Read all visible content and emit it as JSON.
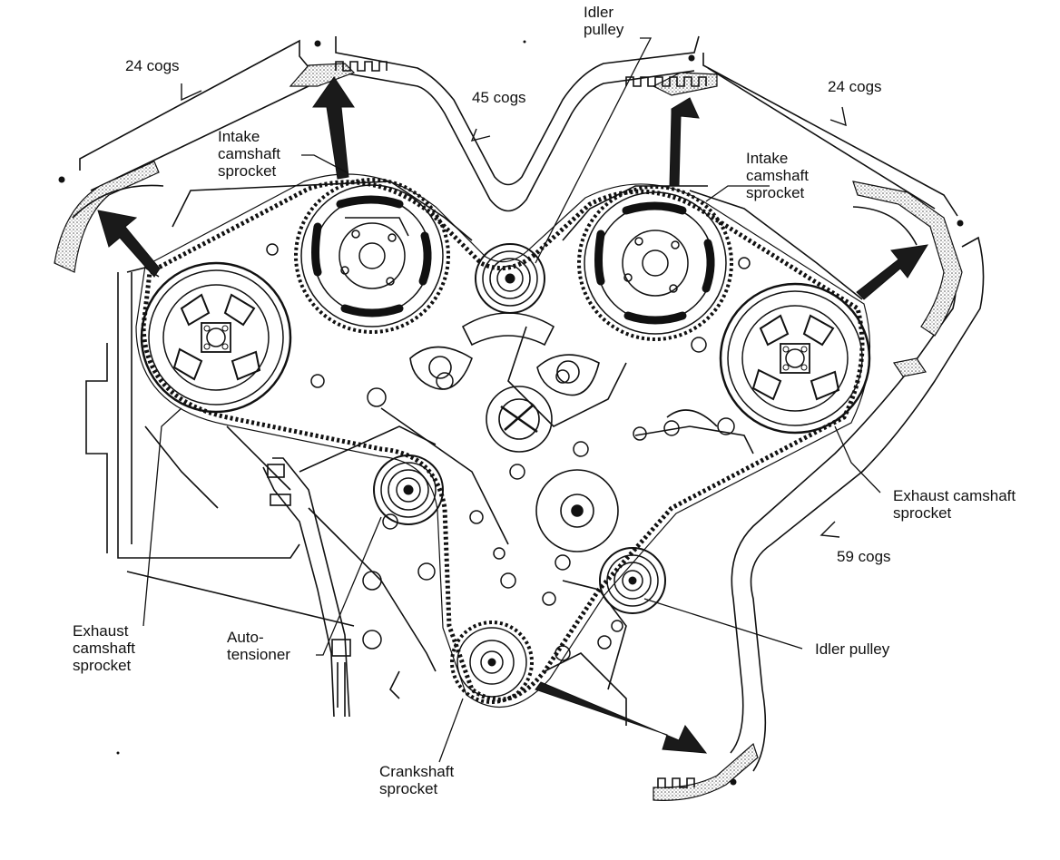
{
  "labels": {
    "cogs_left": "24 cogs",
    "cogs_mid": "45 cogs",
    "cogs_right": "24 cogs",
    "cogs_bottom": "59 cogs",
    "idler_top": [
      "Idler",
      "pulley"
    ],
    "intake_left": [
      "Intake",
      "camshaft",
      "sprocket"
    ],
    "intake_right": [
      "Intake",
      "camshaft",
      "sprocket"
    ],
    "exhaust_right": [
      "Exhaust camshaft",
      "sprocket"
    ],
    "exhaust_left": [
      "Exhaust",
      "camshaft",
      "sprocket"
    ],
    "autotensioner": [
      "Auto-",
      "tensioner"
    ],
    "idler_bottom": "Idler pulley",
    "crankshaft": [
      "Crankshaft",
      "sprocket"
    ]
  },
  "colors": {
    "ink": "#111111",
    "arrow": "#1a1a1a",
    "paper": "#ffffff",
    "stipple": "#8a8a8a"
  }
}
